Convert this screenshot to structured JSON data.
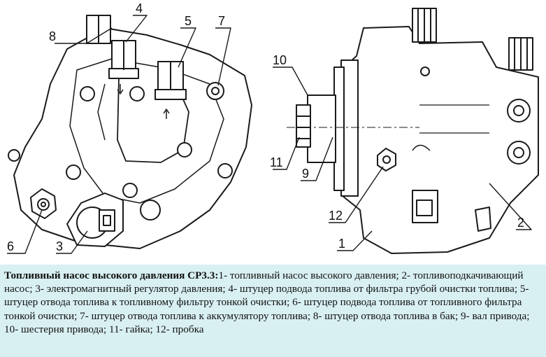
{
  "figure": {
    "callouts": [
      {
        "num": "8"
      },
      {
        "num": "4"
      },
      {
        "num": "5"
      },
      {
        "num": "7"
      },
      {
        "num": "6"
      },
      {
        "num": "3"
      },
      {
        "num": "10"
      },
      {
        "num": "11"
      },
      {
        "num": "9"
      },
      {
        "num": "12"
      },
      {
        "num": "1"
      },
      {
        "num": "2"
      }
    ]
  },
  "caption": {
    "title": "Топливный насос высокого давления CP3.3:",
    "body": "1- топливный насос высокого давления; 2- топливоподкачивающий насос; 3- электромагнитный регулятор давления; 4- штуцер подвода топлива от фильтра грубой очистки топлива; 5- штуцер отвода топлива к топливному фильтру тонкой очистки; 6- штуцер подвода топлива от топливного фильтра тонкой очистки; 7- штуцер отвода топлива к аккумулятору топлива; 8- штуцер отвода топлива в бак; 9- вал привода; 10- шестерня привода; 11- гайка; 12- пробка"
  }
}
